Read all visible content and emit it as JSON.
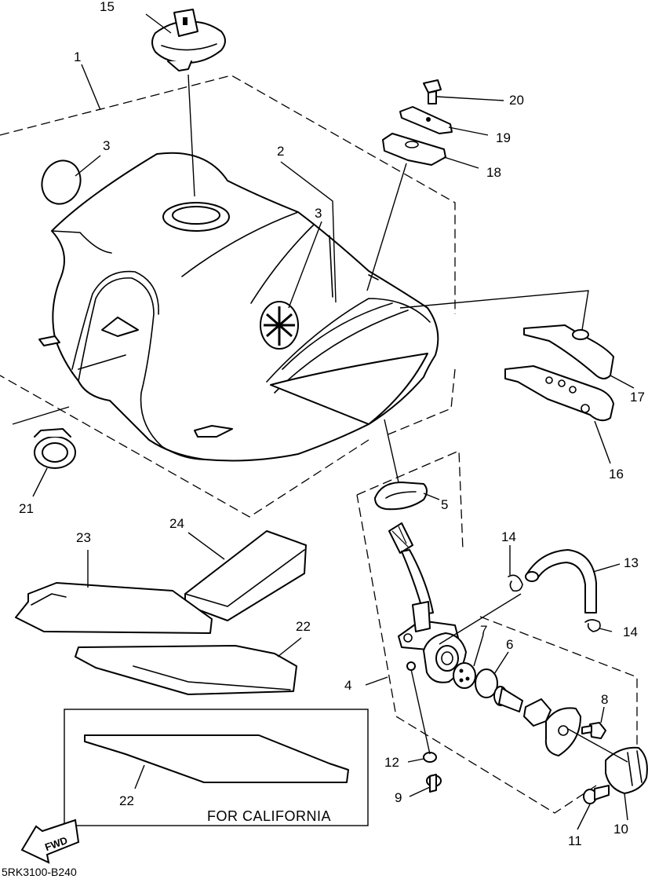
{
  "diagram": {
    "caption_california": "FOR CALIFORNIA",
    "drawing_code": "5RK3100-B240",
    "fwd_label": "FWD",
    "callouts": {
      "c1": "1",
      "c2": "2",
      "c3a": "3",
      "c3b": "3",
      "c4": "4",
      "c5": "5",
      "c6": "6",
      "c7": "7",
      "c8": "8",
      "c9": "9",
      "c10": "10",
      "c11": "11",
      "c12": "12",
      "c13": "13",
      "c14a": "14",
      "c14b": "14",
      "c15": "15",
      "c16": "16",
      "c17": "17",
      "c18": "18",
      "c19": "19",
      "c20": "20",
      "c21": "21",
      "c22a": "22",
      "c22b": "22",
      "c23": "23",
      "c24": "24"
    }
  }
}
